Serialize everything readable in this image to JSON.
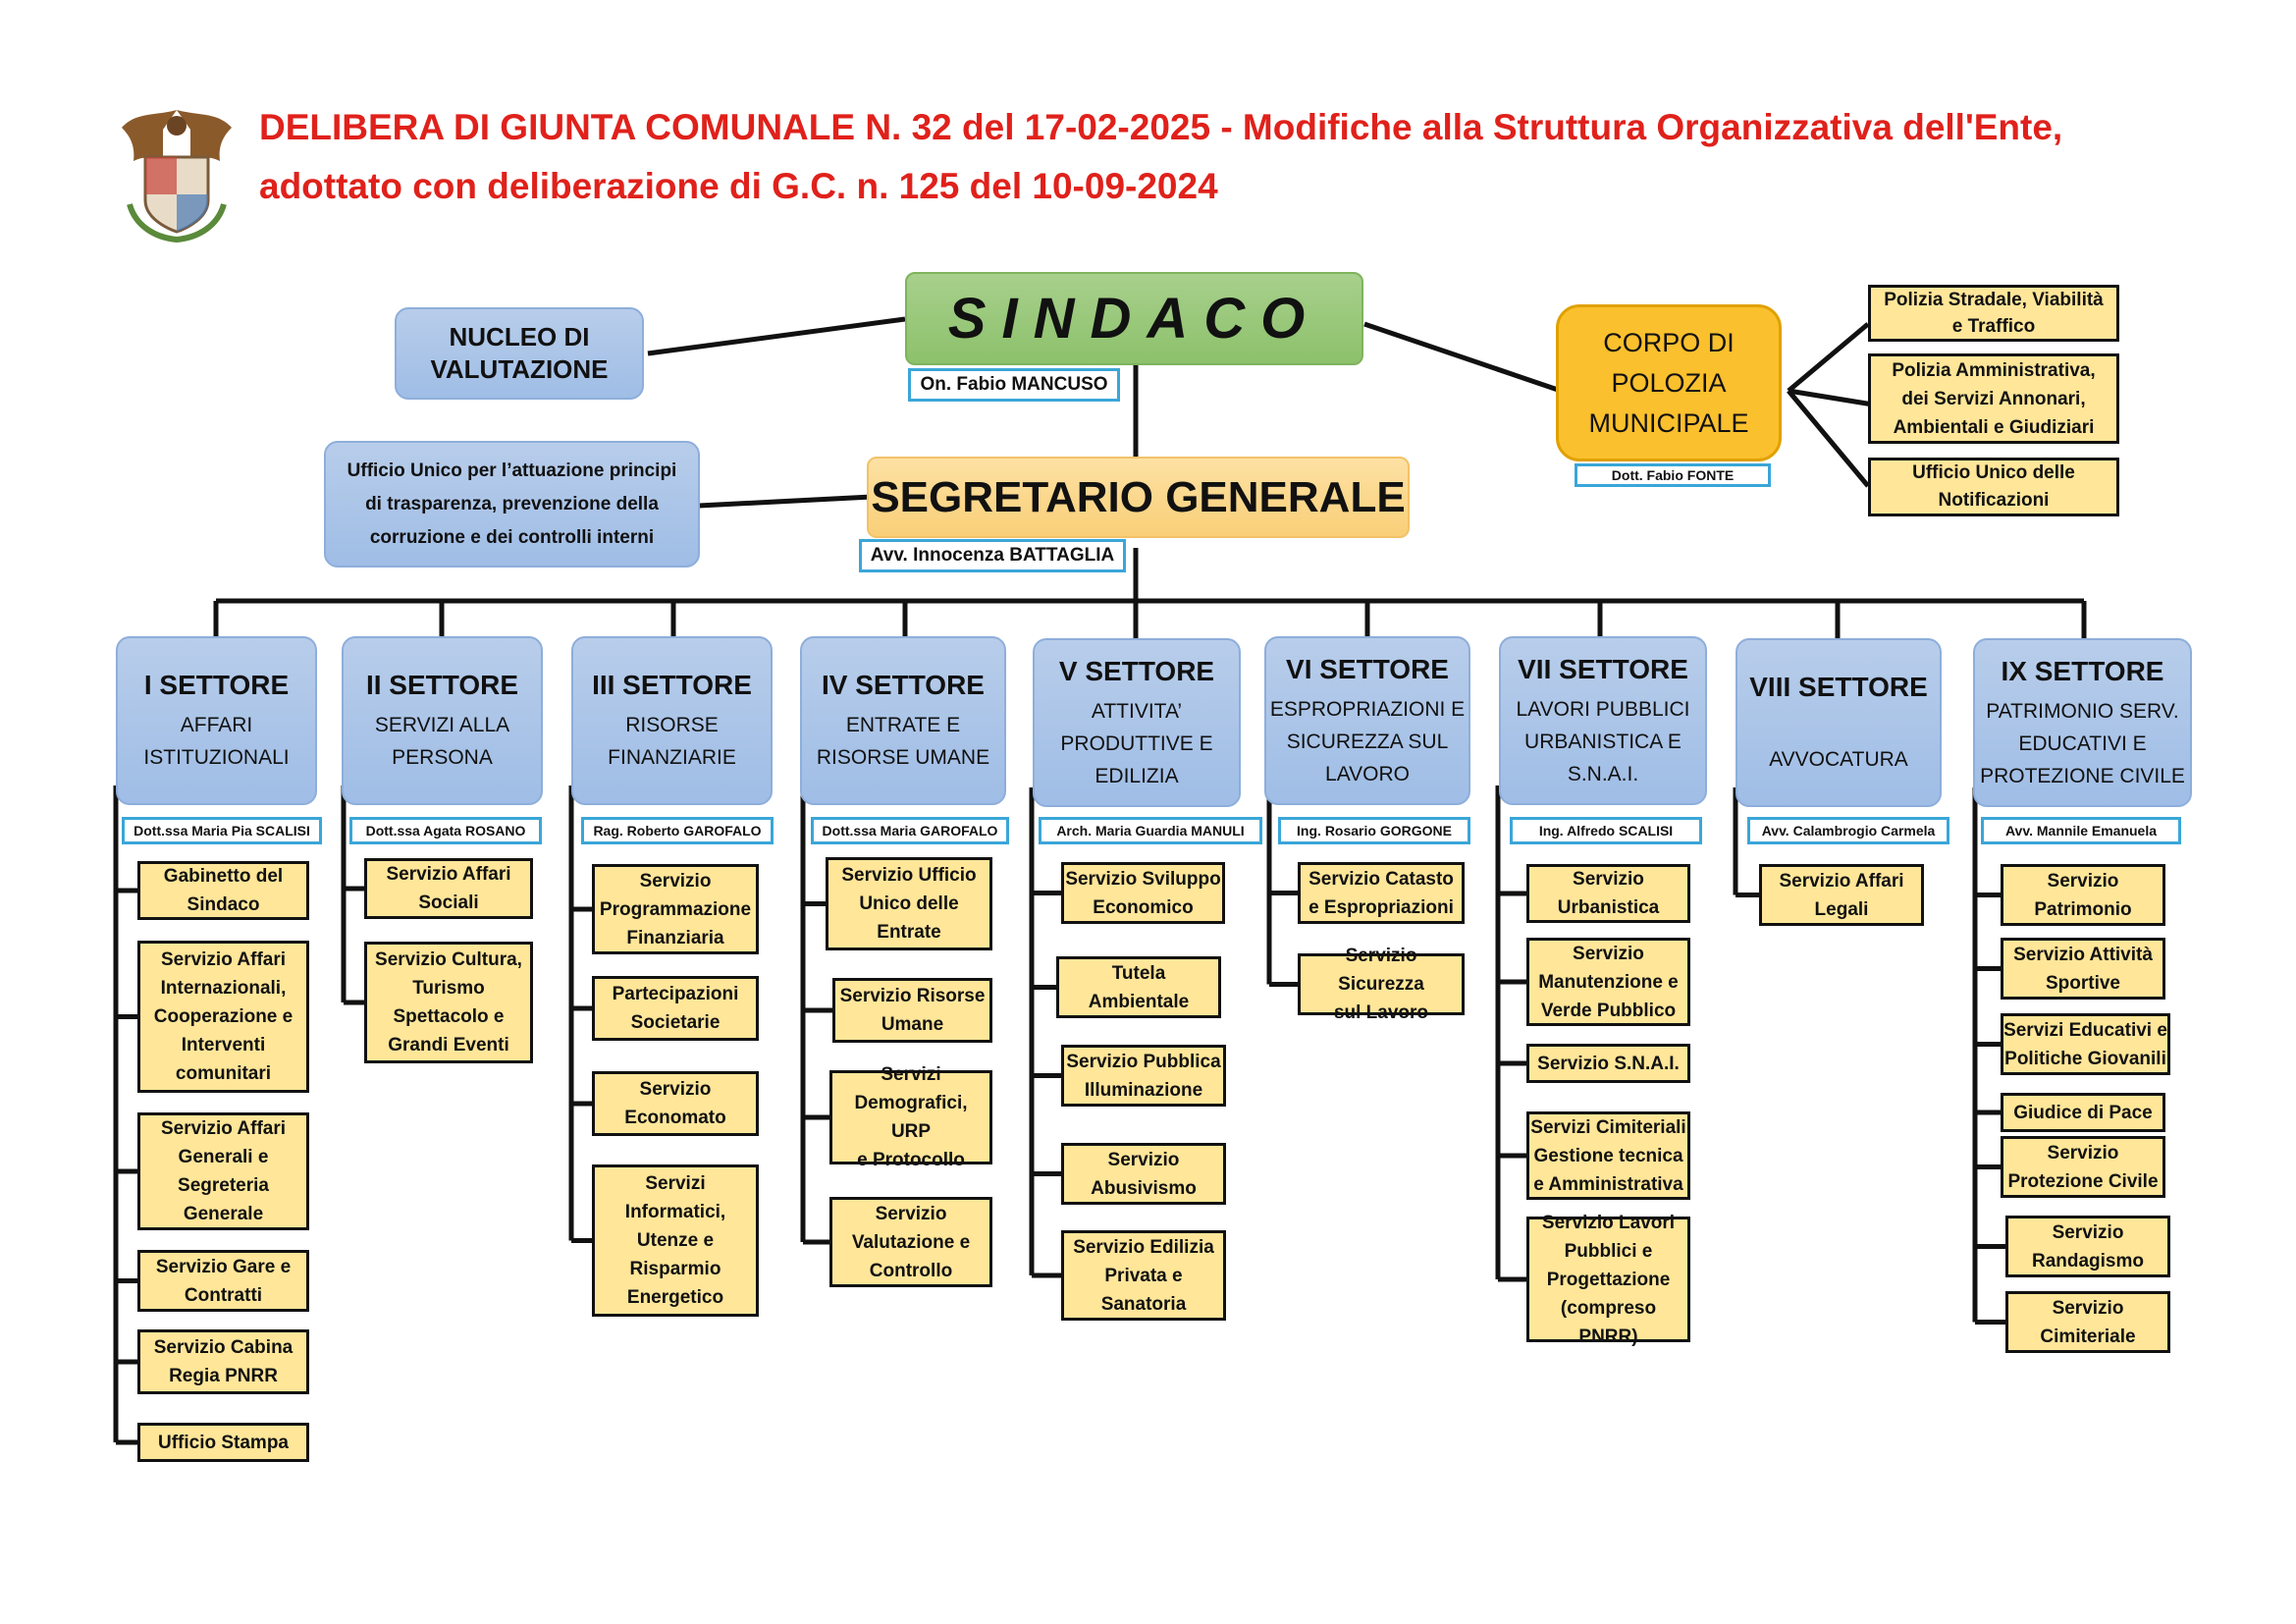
{
  "header": {
    "title_line1": "DELIBERA DI GIUNTA COMUNALE N. 32 del 17-02-2025 - Modifiche alla Struttura Organizzativa dell'Ente,",
    "title_line2": "adottato con deliberazione di G.C. n. 125 del 10-09-2024",
    "title_color": "#e0211b"
  },
  "top": {
    "sindaco": "SINDACO",
    "sindaco_name": "On. Fabio MANCUSO",
    "nucleo_line1": "NUCLEO DI",
    "nucleo_line2": "VALUTAZIONE",
    "segretario": "SEGRETARIO GENERALE",
    "segretario_name": "Avv. Innocenza BATTAGLIA",
    "ufficio_line1": "Ufficio Unico per l’attuazione principi",
    "ufficio_line2": "di trasparenza, prevenzione della",
    "ufficio_line3": "corruzione e dei controlli interni",
    "corpo_line1": "CORPO DI",
    "corpo_line2": "POLOZIA",
    "corpo_line3": "MUNICIPALE",
    "corpo_name": "Dott. Fabio FONTE",
    "polizia_services": [
      [
        "Polizia Stradale, Viabilità",
        "e Traffico"
      ],
      [
        "Polizia Amministrativa,",
        "dei Servizi Annonari,",
        "Ambientali e Giudiziari"
      ],
      [
        "Ufficio Unico delle",
        "Notificazioni"
      ]
    ]
  },
  "colors": {
    "sector_fill": "#a9c4e8",
    "service_fill": "#ffe699",
    "sindaco_fill": "#94c673",
    "segretario_fill": "#fbd68a",
    "polizia_fill": "#fbc02d",
    "name_border": "#3aa6d8"
  },
  "sectors": [
    {
      "num": "I SETTORE",
      "desc": [
        "AFFARI",
        "ISTITUZIONALI"
      ],
      "head": "Dott.ssa Maria Pia SCALISI",
      "services": [
        [
          "Gabinetto del",
          "Sindaco"
        ],
        [
          "Servizio Affari",
          "Internazionali,",
          "Cooperazione e",
          "Interventi",
          "comunitari"
        ],
        [
          "Servizio Affari",
          "Generali e",
          "Segreteria",
          "Generale"
        ],
        [
          "Servizio Gare e",
          "Contratti"
        ],
        [
          "Servizio Cabina",
          "Regia PNRR"
        ],
        [
          "Ufficio Stampa"
        ]
      ]
    },
    {
      "num": "II SETTORE",
      "desc": [
        "SERVIZI ALLA",
        "PERSONA"
      ],
      "head": "Dott.ssa Agata ROSANO",
      "services": [
        [
          "Servizio Affari",
          "Sociali"
        ],
        [
          "Servizio Cultura,",
          "Turismo",
          "Spettacolo e",
          "Grandi Eventi"
        ]
      ]
    },
    {
      "num": "III SETTORE",
      "desc": [
        "RISORSE",
        "FINANZIARIE"
      ],
      "head": "Rag. Roberto GAROFALO",
      "services": [
        [
          "Servizio",
          "Programmazione",
          "Finanziaria"
        ],
        [
          "Partecipazioni",
          "Societarie"
        ],
        [
          "Servizio",
          "Economato"
        ],
        [
          "Servizi",
          "Informatici,",
          "Utenze e",
          "Risparmio",
          "Energetico"
        ]
      ]
    },
    {
      "num": "IV SETTORE",
      "desc": [
        "ENTRATE E",
        "RISORSE UMANE"
      ],
      "head": "Dott.ssa Maria GAROFALO",
      "services": [
        [
          "Servizio Ufficio",
          "Unico delle",
          "Entrate"
        ],
        [
          "Servizio Risorse",
          "Umane"
        ],
        [
          "Servizi",
          "Demografici, URP",
          "e Protocollo"
        ],
        [
          "Servizio",
          "Valutazione e",
          "Controllo"
        ]
      ]
    },
    {
      "num": "V SETTORE",
      "desc": [
        "ATTIVITA’",
        "PRODUTTIVE E",
        "EDILIZIA"
      ],
      "head": "Arch. Maria Guardia MANULI",
      "services": [
        [
          "Servizio Sviluppo",
          "Economico"
        ],
        [
          "Tutela",
          "Ambientale"
        ],
        [
          "Servizio Pubblica",
          "Illuminazione"
        ],
        [
          "Servizio",
          "Abusivismo"
        ],
        [
          "Servizio Edilizia",
          "Privata e",
          "Sanatoria"
        ]
      ]
    },
    {
      "num": "VI SETTORE",
      "desc": [
        "ESPROPRIAZIONI E",
        "SICUREZZA SUL",
        "LAVORO"
      ],
      "head": "Ing. Rosario GORGONE",
      "services": [
        [
          "Servizio Catasto",
          "e Espropriazioni"
        ],
        [
          "Servizio Sicurezza",
          "sul Lavoro"
        ]
      ]
    },
    {
      "num": "VII SETTORE",
      "desc": [
        "LAVORI PUBBLICI",
        "URBANISTICA E",
        "S.N.A.I."
      ],
      "head": "Ing. Alfredo SCALISI",
      "services": [
        [
          "Servizio",
          "Urbanistica"
        ],
        [
          "Servizio",
          "Manutenzione e",
          "Verde Pubblico"
        ],
        [
          "Servizio S.N.A.I."
        ],
        [
          "Servizi Cimiteriali",
          "Gestione tecnica",
          "e Amministrativa"
        ],
        [
          "Servizio Lavori",
          "Pubblici e",
          "Progettazione",
          "(compreso PNRR)"
        ]
      ]
    },
    {
      "num": "VIII SETTORE",
      "desc": [
        "",
        "AVVOCATURA"
      ],
      "head": "Avv. Calambrogio Carmela",
      "services": [
        [
          "Servizio Affari",
          "Legali"
        ]
      ]
    },
    {
      "num": "IX SETTORE",
      "desc": [
        "PATRIMONIO SERV.",
        "EDUCATIVI E",
        "PROTEZIONE CIVILE"
      ],
      "head": "Avv. Mannile Emanuela",
      "services": [
        [
          "Servizio",
          "Patrimonio"
        ],
        [
          "Servizio Attività",
          "Sportive"
        ],
        [
          "Servizi Educativi e",
          "Politiche Giovanili"
        ],
        [
          "Giudice di Pace"
        ],
        [
          "Servizio",
          "Protezione Civile"
        ],
        [
          "Servizio",
          "Randagismo"
        ],
        [
          "Servizio",
          "Cimiteriale"
        ]
      ]
    }
  ]
}
